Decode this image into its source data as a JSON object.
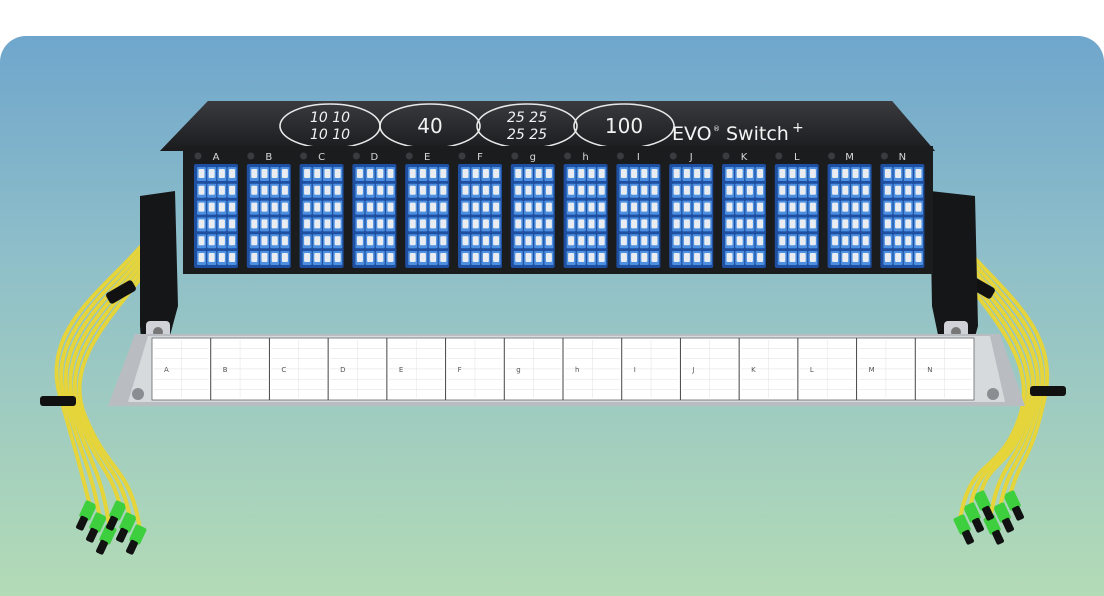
{
  "product": {
    "brand": "EVO",
    "trademark": "®",
    "model": "Switch",
    "plus": "+"
  },
  "speed_badges": [
    {
      "lines": [
        "10 10",
        "10 10"
      ]
    },
    {
      "lines": [
        "40"
      ]
    },
    {
      "lines": [
        "25 25",
        "25 25"
      ]
    },
    {
      "lines": [
        "100"
      ]
    }
  ],
  "columns": [
    "A",
    "B",
    "C",
    "D",
    "E",
    "F",
    "g",
    "h",
    "I",
    "J",
    "K",
    "L",
    "M",
    "N"
  ],
  "label_strip": {
    "columns": [
      "A",
      "B",
      "C",
      "D",
      "E",
      "F",
      "g",
      "h",
      "I",
      "J",
      "K",
      "L",
      "M",
      "N"
    ]
  },
  "colors": {
    "chassis": "#1b1c1e",
    "port_blue": "#2f6fc8",
    "cable_yellow": "#e5d43a",
    "connector_green": "#3ecf3e"
  }
}
